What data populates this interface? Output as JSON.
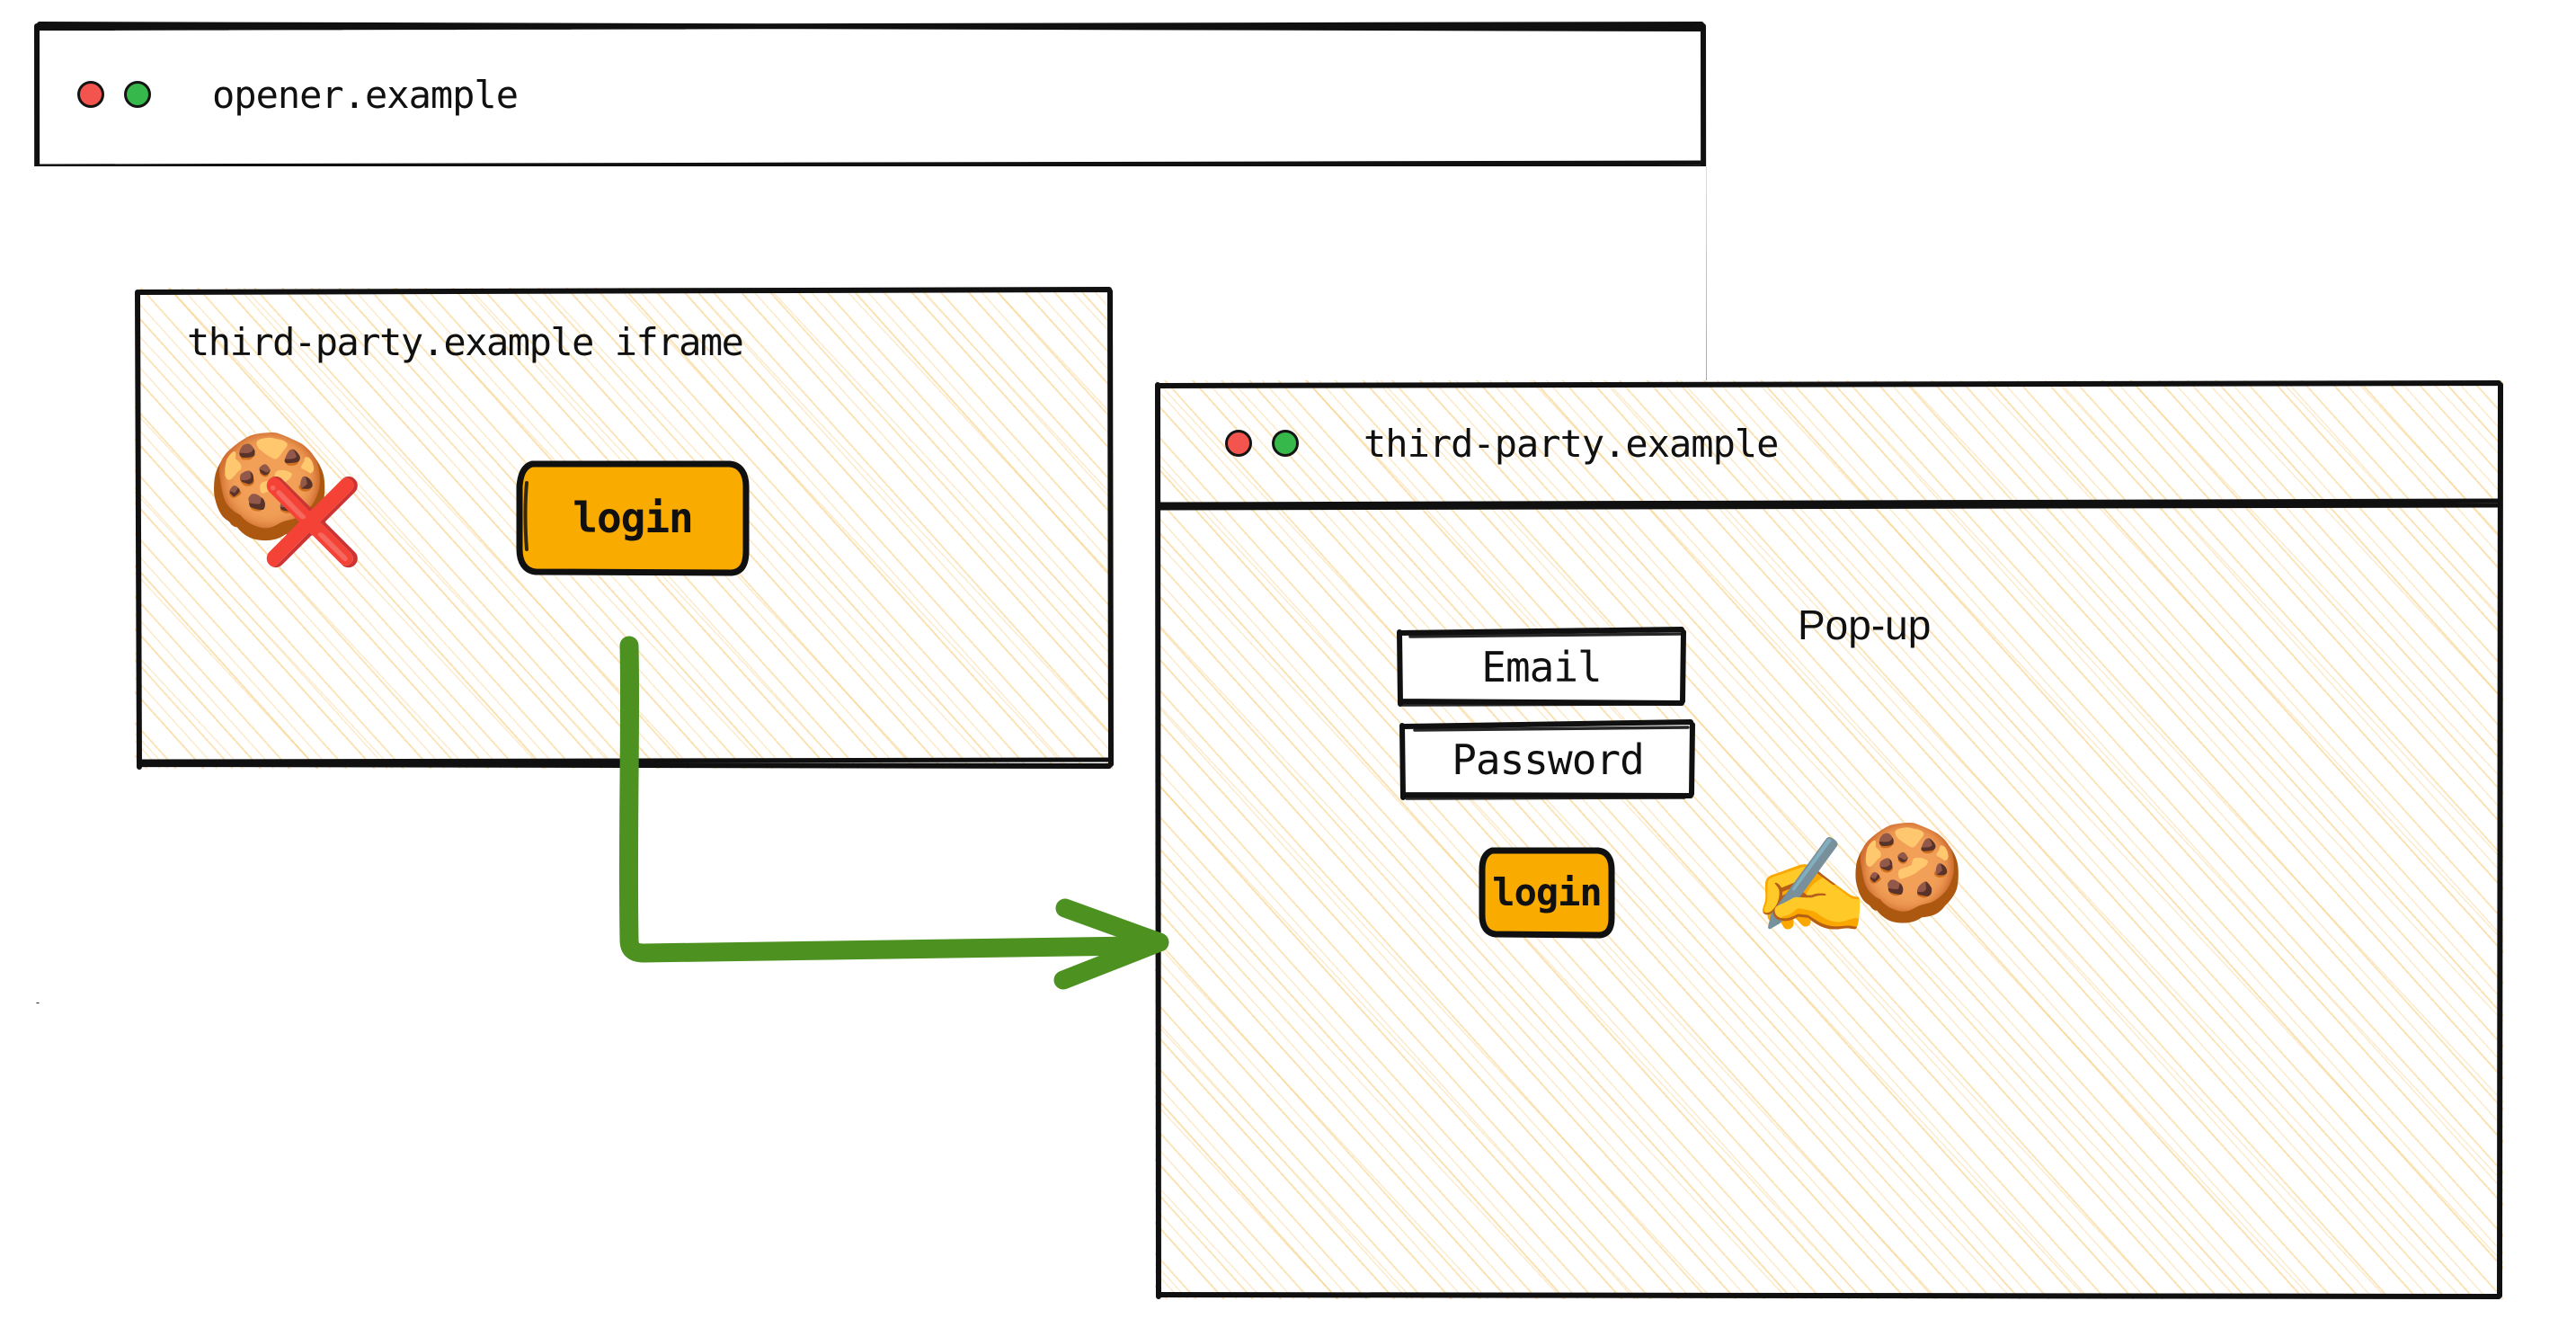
{
  "opener_window": {
    "title": "opener.example",
    "controls": [
      {
        "name": "close-dot",
        "color": "#f4544e"
      },
      {
        "name": "minimize-dot",
        "color": "#37b84a"
      }
    ],
    "iframe": {
      "title": "third-party.example iframe",
      "cookie_icon": "cookie-emoji",
      "cookie_blocked_icon": "red-cross-mark",
      "login_button": "login"
    }
  },
  "popup_window": {
    "title": "third-party.example",
    "controls": [
      {
        "name": "close-dot",
        "color": "#f4544e"
      },
      {
        "name": "minimize-dot",
        "color": "#37b84a"
      }
    ],
    "annotation": "Pop-up",
    "fields": [
      {
        "label": "Email"
      },
      {
        "label": "Password"
      }
    ],
    "login_button": "login",
    "write_icon": "writing-hand-emoji",
    "cookie_icon": "cookie-emoji"
  },
  "flow_arrow": {
    "name": "login-to-popup-arrow",
    "color": "#4d9221",
    "from": "iframe login button",
    "to": "third-party.example pop-up window"
  },
  "colors": {
    "button_orange": "#f9ab00",
    "arrow_green": "#4d9221",
    "cross_red": "#cc2e2e",
    "hatch_amber": "#f7cb76",
    "ink_black": "#101010"
  }
}
